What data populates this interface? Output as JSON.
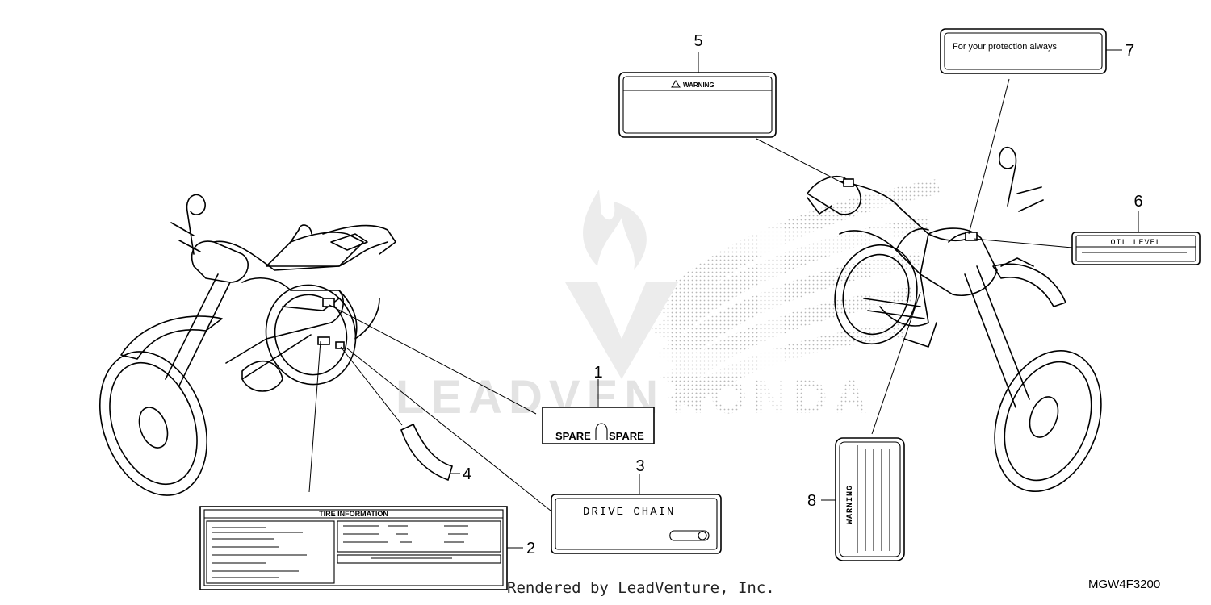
{
  "diagram": {
    "callouts": [
      {
        "id": 1,
        "label": "1"
      },
      {
        "id": 2,
        "label": "2"
      },
      {
        "id": 3,
        "label": "3"
      },
      {
        "id": 4,
        "label": "4"
      },
      {
        "id": 5,
        "label": "5"
      },
      {
        "id": 6,
        "label": "6"
      },
      {
        "id": 7,
        "label": "7"
      },
      {
        "id": 8,
        "label": "8"
      }
    ],
    "parts": {
      "spare_left": "SPARE",
      "spare_right": "SPARE",
      "tire_information": "TIRE INFORMATION",
      "drive_chain": "DRIVE CHAIN",
      "warning_top": "WARNING",
      "oil_level": "OIL LEVEL",
      "protection": "For your protection always",
      "warning_side": "WARNING"
    },
    "watermark": {
      "left_text": "LEADVEN",
      "right_text": "HONDA"
    }
  },
  "footer": {
    "credit": "Rendered by LeadVenture, Inc.",
    "code": "MGW4F3200"
  },
  "colors": {
    "line": "#000000",
    "watermark": "#e3e3e3",
    "background": "#ffffff"
  }
}
